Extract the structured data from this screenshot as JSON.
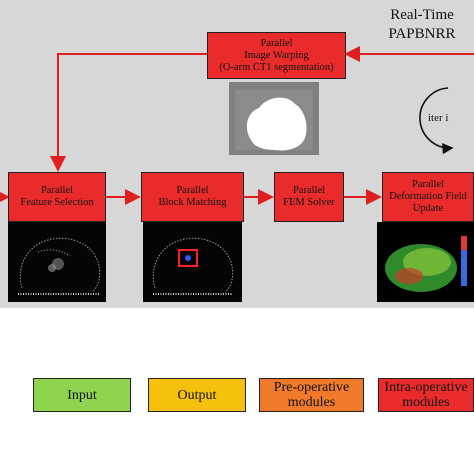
{
  "title": "Real-Time\nPAPBNRR",
  "boxes": {
    "warp": "Parallel\nImage Warping\n(O-arm CT1 segmentation)",
    "feature": "Parallel\nFeature Selection",
    "block": "Parallel\nBlock Matching",
    "fem": "Parallel\nFEM Solver",
    "deform": "Parallel\nDeformation Field\nUpdate"
  },
  "iteration_label": "iter i",
  "legend": [
    {
      "label": "Input",
      "color": "#8ed44f"
    },
    {
      "label": "Output",
      "color": "#f6c10c"
    },
    {
      "label": "Pre-operative\nmodules",
      "color": "#f07a2a"
    },
    {
      "label": "Intra-operative\nmodules",
      "color": "#ea2b2b"
    }
  ],
  "colors": {
    "module": "#ea2b2b",
    "background": "#d7d7d7",
    "arrow": "#e02020"
  }
}
